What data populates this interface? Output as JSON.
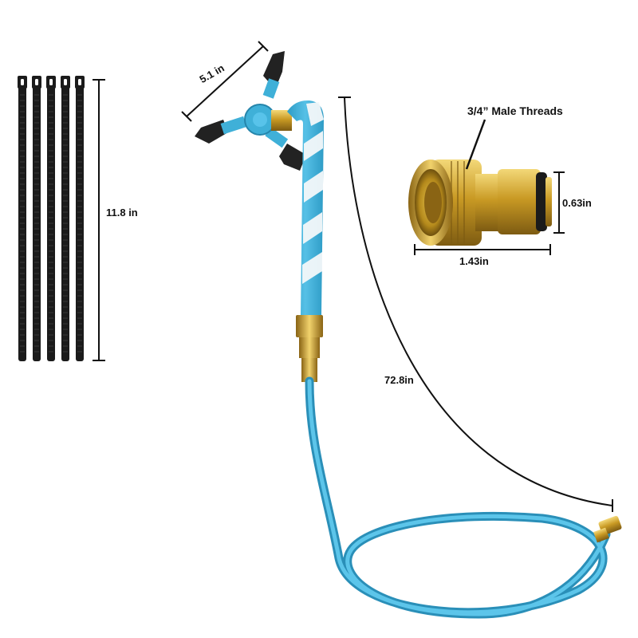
{
  "dimensions": {
    "cable_tie_length": "11.8 in",
    "sprinkler_width": "5.1 in",
    "connector_thread": "3/4” Male Threads",
    "connector_height": "0.63in",
    "connector_width": "1.43in",
    "hose_length": "72.8in"
  },
  "colors": {
    "hose_blue": "#3fb0d8",
    "stripe_white": "#f4f8fa",
    "brass": "#c9a12a",
    "tie_black": "#1b1b1b",
    "nozzle_black": "#222222"
  },
  "objects": {
    "cable_tie_count": 5
  }
}
